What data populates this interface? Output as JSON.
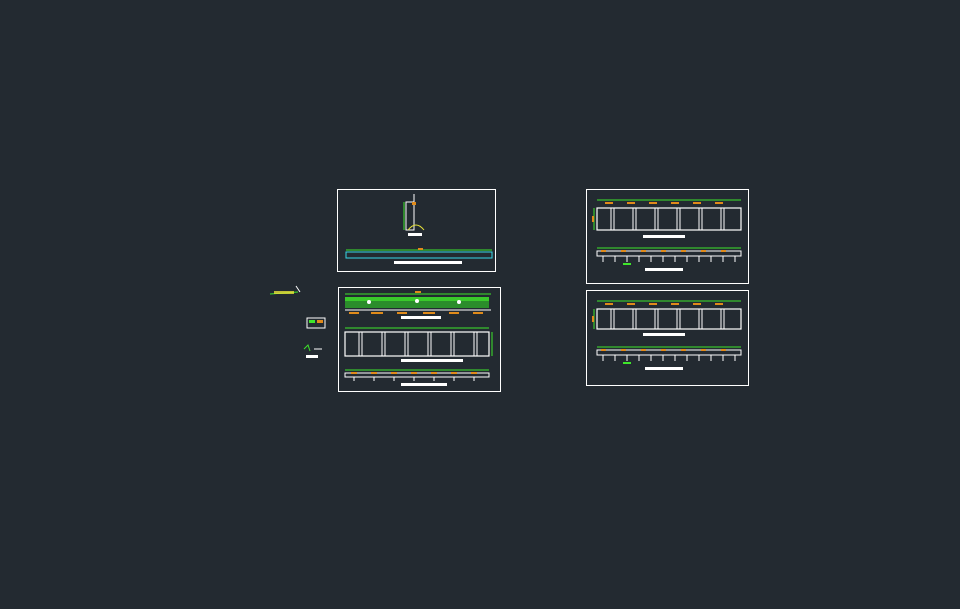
{
  "viewport": {
    "name": "cad-model-space"
  },
  "colors": {
    "background": "#232a31",
    "frame": "#ffffff",
    "dimension": "#3ee62a",
    "annotation": "#e08a1a",
    "cyan": "#37d6e6",
    "yellow": "#e8e23a"
  },
  "sheets": [
    {
      "id": "sheet-1",
      "content": "wall-section-and-elevation-strip"
    },
    {
      "id": "sheet-2",
      "content": "planting-elevation-and-panel-elevations"
    },
    {
      "id": "sheet-3",
      "content": "panel-elevation-and-foundation"
    },
    {
      "id": "sheet-4",
      "content": "panel-elevation-and-foundation"
    }
  ]
}
